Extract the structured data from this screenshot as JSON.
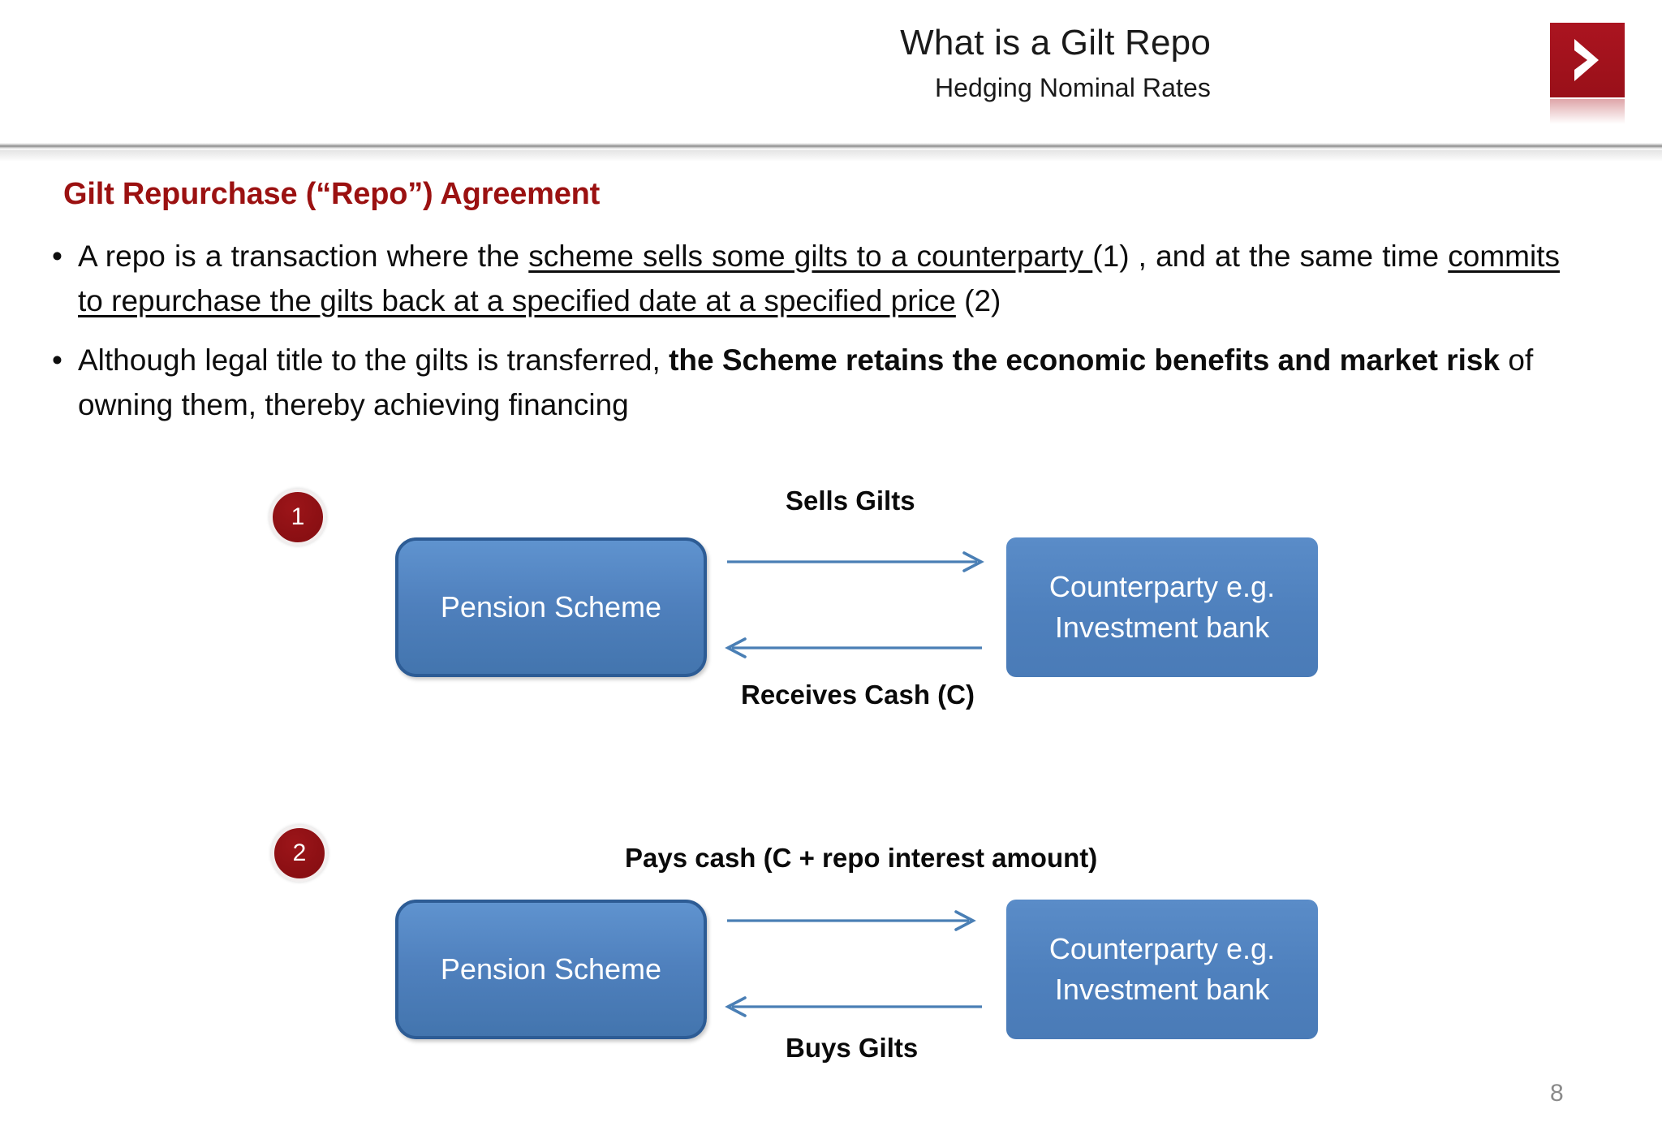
{
  "header": {
    "title": "What is a Gilt Repo",
    "subtitle": "Hedging Nominal Rates",
    "logo_icon": "chevron-right-icon",
    "logo_color": "#a5131d"
  },
  "body": {
    "section_heading": "Gilt Repurchase (“Repo”) Agreement",
    "heading_color": "#9b1111",
    "bullets": [
      {
        "bullet_glyph": "•",
        "segments": [
          {
            "text": "A repo is a transaction where the ",
            "style": "normal"
          },
          {
            "text": "scheme sells some gilts to a counterparty ",
            "style": "underline"
          },
          {
            "text": "(1) , and at the same time ",
            "style": "normal"
          },
          {
            "text": "commits to repurchase the gilts back at a specified date at a specified price",
            "style": "underline"
          },
          {
            "text": " (2)",
            "style": "normal"
          }
        ]
      },
      {
        "bullet_glyph": "•",
        "segments": [
          {
            "text": "Although legal title to the gilts is transferred, ",
            "style": "normal"
          },
          {
            "text": "the Scheme retains the economic benefits and market risk",
            "style": "bold"
          },
          {
            "text": " of owning them, thereby achieving financing",
            "style": "normal"
          }
        ]
      }
    ]
  },
  "diagram": {
    "node_fill": "#4f80bd",
    "node_border": "#2d5c95",
    "arrow_color": "#4a7fb5",
    "step_badge_color": "#8f1014",
    "steps": [
      {
        "number": "1",
        "left_node": "Pension Scheme",
        "right_node_line1": "Counterparty e.g.",
        "right_node_line2": "Investment bank",
        "top_label": "Sells Gilts",
        "bottom_label": "Receives Cash (C)",
        "top_arrow_direction": "right",
        "bottom_arrow_direction": "left"
      },
      {
        "number": "2",
        "left_node": "Pension Scheme",
        "right_node_line1": "Counterparty e.g.",
        "right_node_line2": "Investment bank",
        "top_label": "Pays cash (C + repo interest amount)",
        "bottom_label": "Buys Gilts",
        "top_arrow_direction": "right",
        "bottom_arrow_direction": "left"
      }
    ]
  },
  "footer": {
    "page_number": "8"
  }
}
